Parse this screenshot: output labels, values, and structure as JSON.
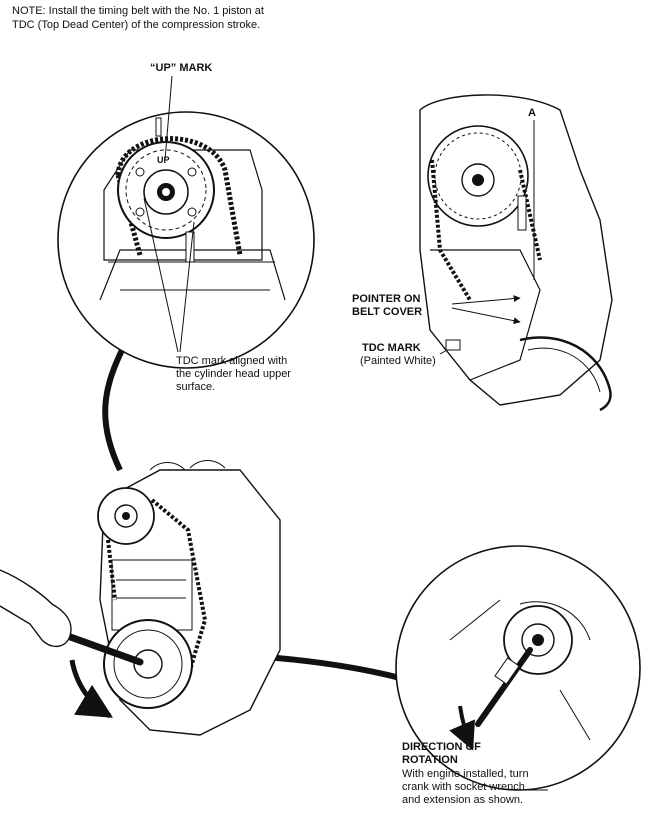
{
  "note": {
    "line1": "NOTE: Install the timing belt with the No. 1 piston at",
    "line2": "TDC (Top Dead Center) of the compression stroke."
  },
  "labels": {
    "up_mark": "“UP” MARK",
    "arrow_a": "A",
    "pointer_line1": "POINTER ON",
    "pointer_line2": "BELT COVER",
    "tdc_mark": "TDC MARK",
    "painted_white": "(Painted White)",
    "tdc_aligned_line1": "TDC mark aligned with",
    "tdc_aligned_line2": "the cylinder head upper",
    "tdc_aligned_line3": "surface.",
    "direction_line1": "DIRECTION OF",
    "direction_line2": "ROTATION",
    "direction_line3": "With engine installed, turn",
    "direction_line4": "crank with socket wrench",
    "direction_line5": "and extension as shown.",
    "cam_up": "UP"
  },
  "colors": {
    "ink": "#111111",
    "paper": "#ffffff"
  }
}
